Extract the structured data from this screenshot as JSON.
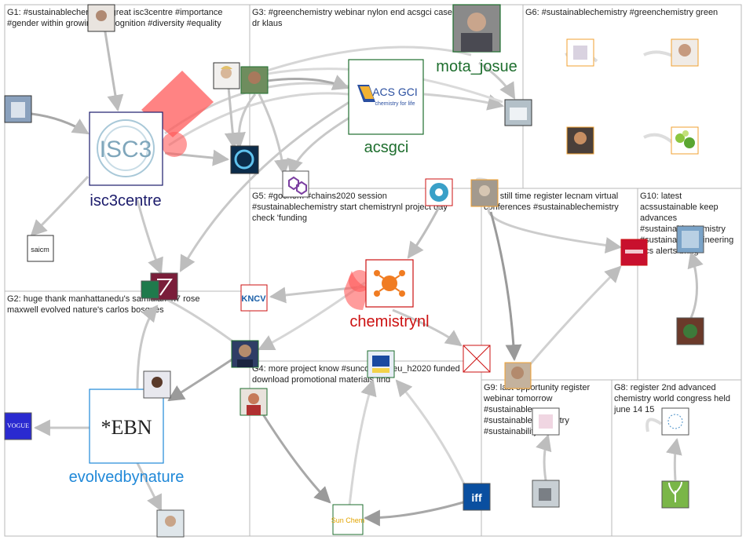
{
  "colors": {
    "panel_border": "#b8b8b8",
    "edge": "#c8c8c8",
    "edge_dark": "#9a9a9a",
    "highlight": "#ff5a5a",
    "isc3centre": "#1b1b6b",
    "mota_josue": "#1e6e2e",
    "acsgci": "#1e6e2e",
    "chemistrynl": "#cc1111",
    "evolvedbynature": "#1f88d8"
  },
  "groups": [
    {
      "id": "G1",
      "label": "G1: #sustainablechemistry great isc3centre #importance",
      "label2": "#gender within growing #recognition #diversity #equality"
    },
    {
      "id": "G2",
      "label": "G2: huge thank manhattanedu's samiulamin7 rose",
      "label2": "maxwell evolved nature's carlos bosques"
    },
    {
      "id": "G3",
      "label": "G3: #greenchemistry webinar nylon end acsgci case missed prof",
      "label2": "dr klaus"
    },
    {
      "id": "G4",
      "label": "G4: more project know #suncochem eu_h2020 funded",
      "label2": "download promotional materials find"
    },
    {
      "id": "G5",
      "label": "G5: #gochem #chains2020 session",
      "label2": "#sustainablechemistry start chemistrynl project day",
      "label3": "check 'funding"
    },
    {
      "id": "G6",
      "label": "G6: #sustainablechemistry #greenchemistry green"
    },
    {
      "id": "G7",
      "label": "G7: still time register lecnam virtual",
      "label2": "conferences #sustainablechemistry"
    },
    {
      "id": "G8",
      "label": "G8: register 2nd advanced",
      "label2": "chemistry world congress held",
      "label3": "june 14 15"
    },
    {
      "id": "G9",
      "label": "G9: last opportunity register",
      "label2": "webinar tomorrow",
      "label3": "#sustainable",
      "label4": "#sustainablechemistry",
      "label5": "#sustainability"
    },
    {
      "id": "G10",
      "label": "G10: latest",
      "label2": "acssustainable keep",
      "label3": "advances",
      "label4": "#sustainablechemistry",
      "label5": "#sustainableengineering",
      "label6": "acs alerts bring"
    }
  ],
  "labels": {
    "isc3centre": "isc3centre",
    "mota_josue": "mota_josue",
    "acsgci": "acsgci",
    "chemistrynl": "chemistrynl",
    "evolvedbynature": "evolvedbynature"
  },
  "logos": {
    "isc3": "ISC3",
    "acs": "ACS GCI",
    "acs_sub": "chemistry for life",
    "ebn": "*EBN",
    "saicm": "saicm",
    "knc": "KNCV",
    "iff": "iff",
    "sunchem": "Sun Chem",
    "vogue": "VOGUE"
  }
}
